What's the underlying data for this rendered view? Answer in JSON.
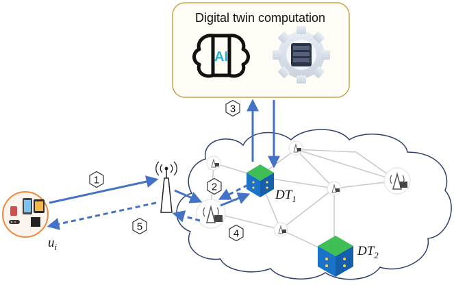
{
  "panel": {
    "title": "Digital twin computation"
  },
  "icons": {
    "ai": {
      "name": "ai-brain-icon",
      "text": "AI",
      "color": "#22b5d3"
    },
    "server": {
      "name": "server-gear-icon"
    }
  },
  "steps": [
    "1",
    "2",
    "3",
    "4",
    "5"
  ],
  "twins": [
    {
      "name": "DT",
      "sub": "1"
    },
    {
      "name": "DT",
      "sub": "2"
    }
  ],
  "user": {
    "label": "u",
    "sub": "i"
  },
  "colors": {
    "arrow": "#4472c4",
    "panel_border": "#c9a24a",
    "panel_fill": "#fffdf6",
    "cloud_border": "#2f3f6f",
    "twin": "#1a73c9",
    "twin_top": "#3fbf55",
    "link": "#c8c8c8",
    "user_ring": "#f0883a"
  }
}
